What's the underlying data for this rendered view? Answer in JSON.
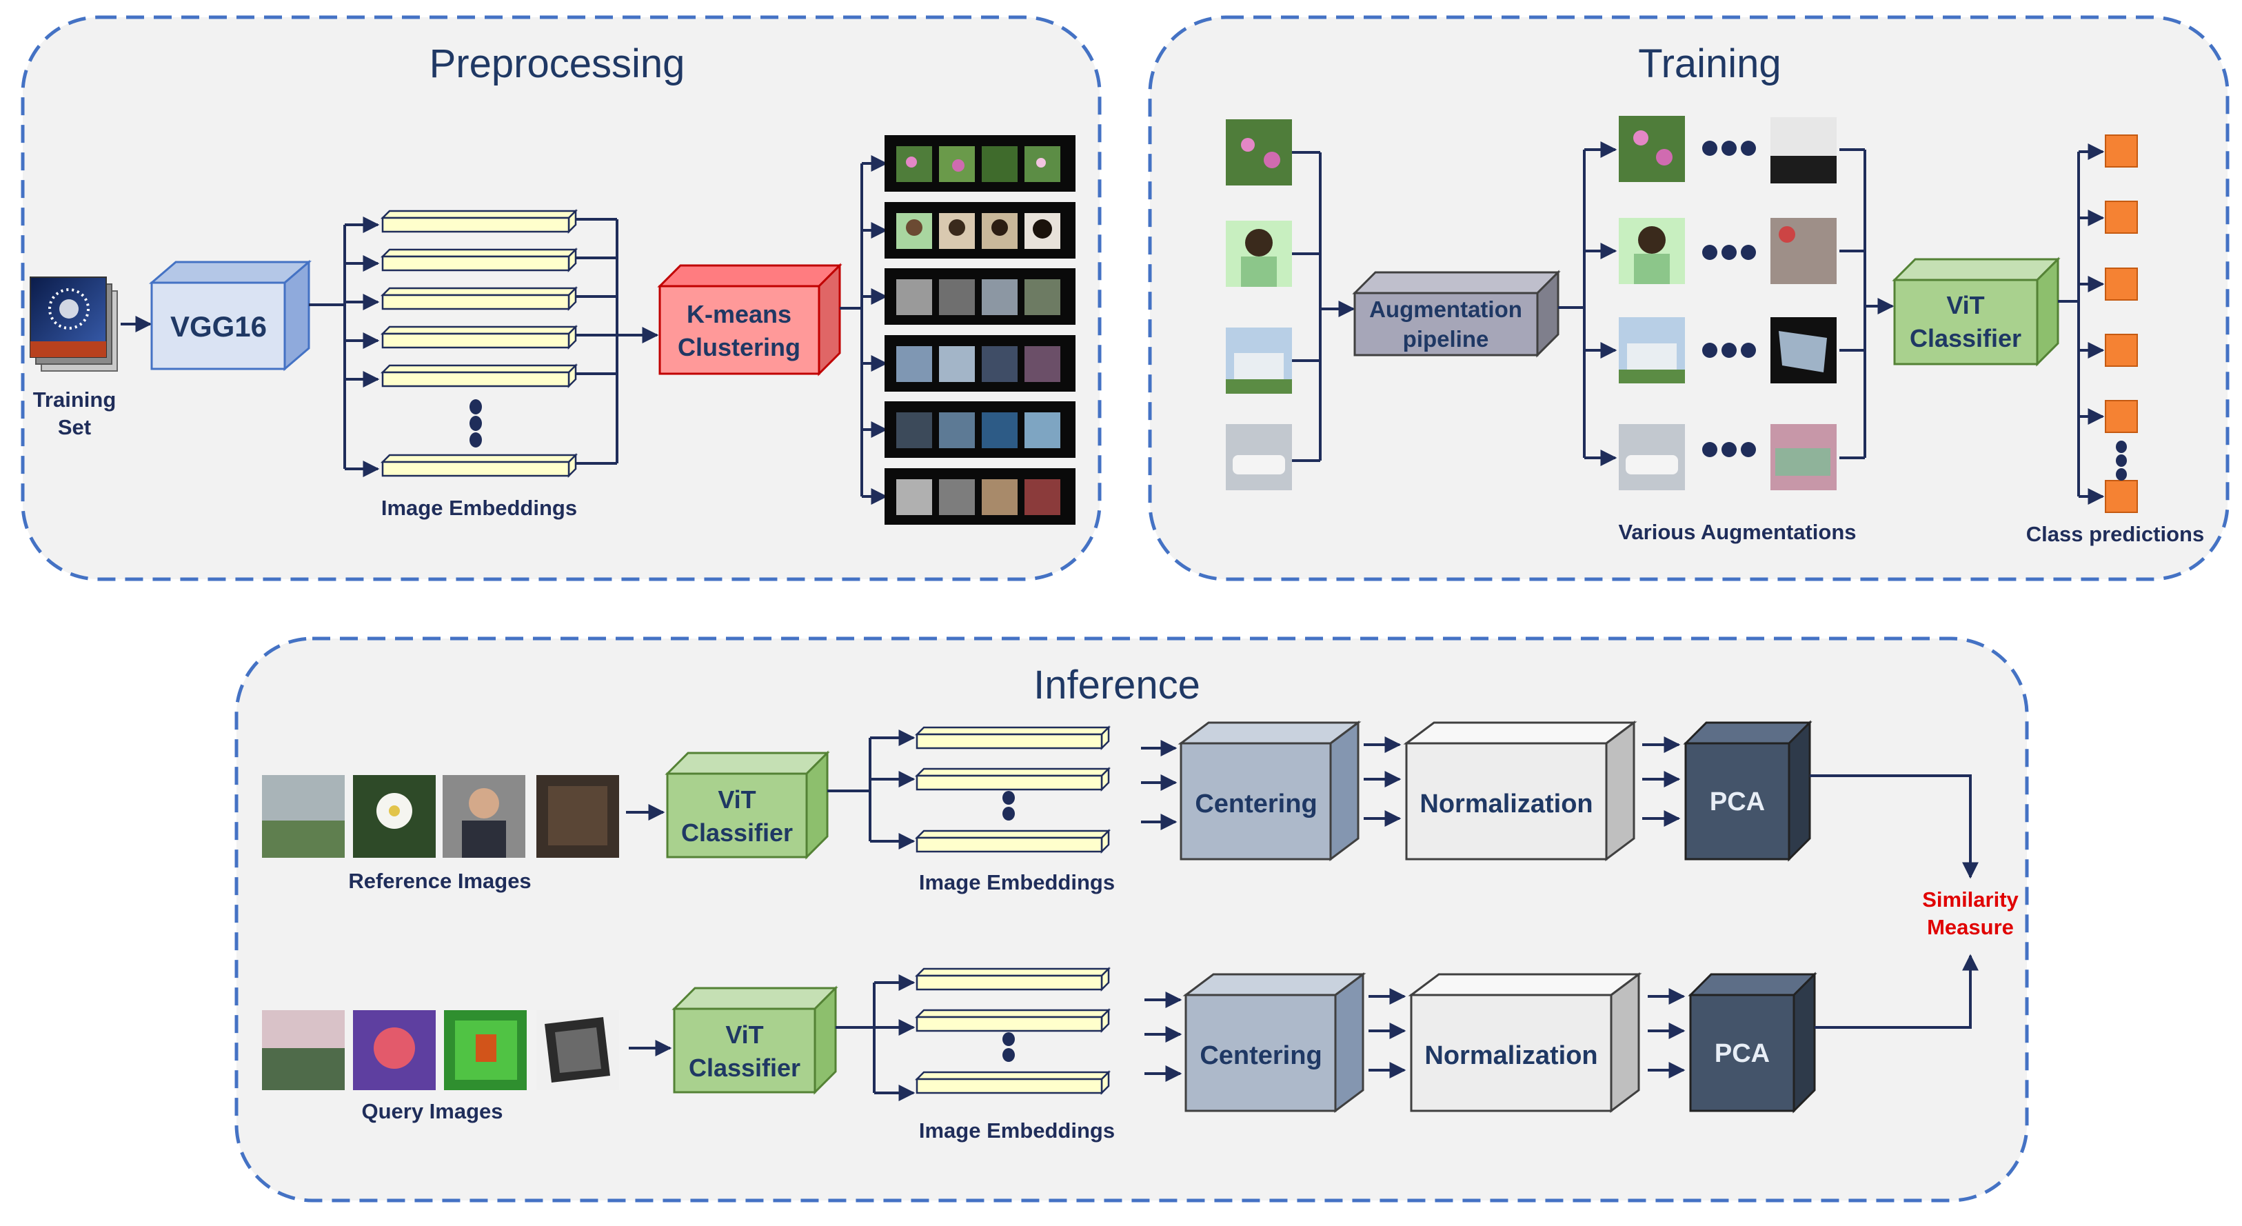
{
  "panels": {
    "preprocessing": {
      "title": "Preprocessing"
    },
    "training": {
      "title": "Training"
    },
    "inference": {
      "title": "Inference"
    }
  },
  "preprocessing": {
    "input_label_line1": "Training",
    "input_label_line2": "Set",
    "vgg_label": "VGG16",
    "embeddings_label": "Image Embeddings",
    "kmeans_line1": "K-means",
    "kmeans_line2": "Clustering"
  },
  "training": {
    "augmentation_line1": "Augmentation",
    "augmentation_line2": "pipeline",
    "vit_line1": "ViT",
    "vit_line2": "Classifier",
    "augmentations_label": "Various Augmentations",
    "predictions_label": "Class predictions"
  },
  "inference": {
    "reference_label": "Reference Images",
    "query_label": "Query Images",
    "vit_line1": "ViT",
    "vit_line2": "Classifier",
    "embeddings_label": "Image Embeddings",
    "centering_label": "Centering",
    "normalization_label": "Normalization",
    "pca_label": "PCA",
    "similarity_line1": "Similarity",
    "similarity_line2": "Measure"
  },
  "colors": {
    "panel_border": "#4472C4",
    "panel_fill": "#F2F2F2",
    "title_text": "#1F3864",
    "label_text": "#1F2D5A",
    "arrow": "#1F2D5A",
    "embedding_fill": "#FFFFCC",
    "vgg_fill": "#DAE3F3",
    "vgg_stroke": "#4472C4",
    "kmeans_fill": "#FF9999",
    "kmeans_stroke": "#C00000",
    "augmentation_fill": "#A6A6B8",
    "vit_fill": "#A9D18E",
    "vit_stroke": "#548235",
    "class_box": "#F58233",
    "centering_fill": "#ADB9CA",
    "normalization_fill": "#EDEDED",
    "pca_fill": "#44546A",
    "similarity_text": "#E00000"
  }
}
